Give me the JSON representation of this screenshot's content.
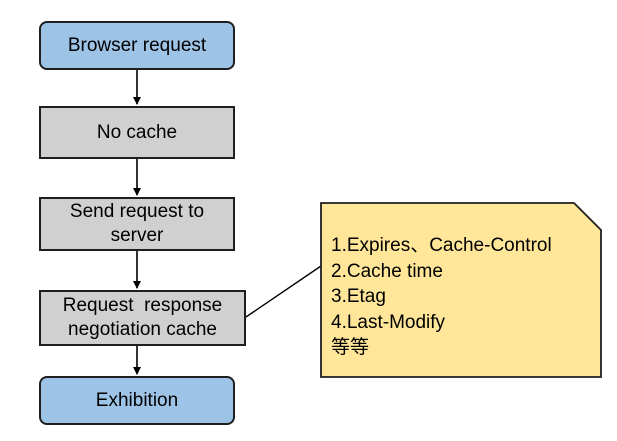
{
  "flow": {
    "browser_request": "Browser request",
    "no_cache": "No cache",
    "send_request_line1": "Send request to",
    "send_request_line2": "server",
    "negotiation_line1": "Request  response",
    "negotiation_line2": "negotiation cache",
    "exhibition": "Exhibition"
  },
  "note": {
    "lines": [
      "1.Expires、Cache-Control",
      "2.Cache time",
      "3.Etag",
      "4.Last-Modify",
      "等等"
    ]
  },
  "colors": {
    "terminal_fill": "#9dc3e6",
    "process_fill": "#d0d0d0",
    "note_fill": "#ffe699",
    "stroke": "#1f1f1f"
  }
}
